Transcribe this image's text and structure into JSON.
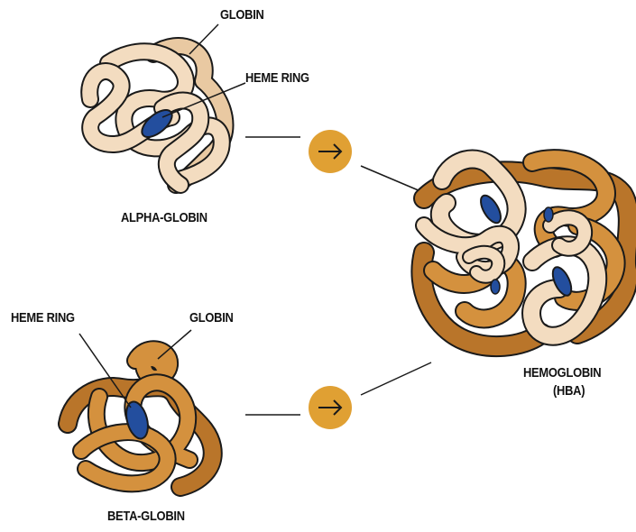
{
  "colors": {
    "light_globin": "#F3DCC0",
    "light_globin_shade": "#E9C9A2",
    "dark_globin": "#D4913E",
    "dark_globin_shade": "#B9752A",
    "heme": "#234E9E",
    "arrow_circle": "#E0A033",
    "outline": "#1a1a1a"
  },
  "alpha": {
    "globin_label": "GLOBIN",
    "heme_label": "HEME RING",
    "title": "ALPHA-GLOBIN"
  },
  "beta": {
    "heme_label": "HEME RING",
    "globin_label": "GLOBIN",
    "title": "BETA-GLOBIN"
  },
  "hemoglobin": {
    "title_line1": "HEMOGLOBIN",
    "title_line2": "(HBA)"
  },
  "icons": [
    "arrow-right-icon",
    "arrow-right-icon"
  ]
}
